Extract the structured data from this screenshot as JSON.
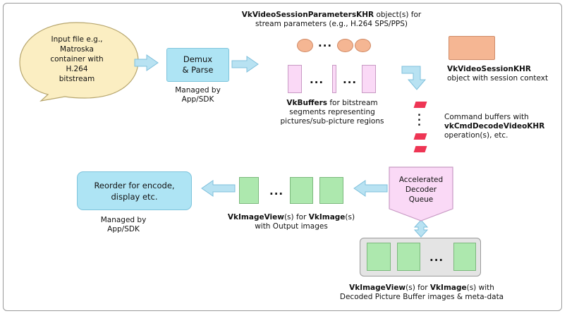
{
  "input_file": {
    "lines": [
      "Input file e.g.,",
      "Matroska",
      "container with",
      "H.264",
      "bitstream"
    ]
  },
  "demux": {
    "lines": [
      "Demux",
      "& Parse"
    ],
    "caption_lines": [
      "Managed by",
      "App/SDK"
    ]
  },
  "session_params": {
    "title_bold": "VkVideoSessionParametersKHR",
    "title_rest": " object(s) for",
    "line2": "stream parameters (e.g., H.264 SPS/PPS)",
    "ellipsis": "..."
  },
  "buffers": {
    "ellipsis": "...",
    "caption_bold": "VkBuffers",
    "caption_rest": " for bitstream",
    "caption_line2": "segments representing",
    "caption_line3": "pictures/sub-picture regions"
  },
  "session": {
    "bold": "VkVideoSessionKHR",
    "line2": "object with session context"
  },
  "cmd_buffers": {
    "ellipsis": "...",
    "line1": "Command buffers with",
    "line2_bold": "vkCmdDecodeVideoKHR",
    "line3": "operation(s), etc."
  },
  "decoder_queue": {
    "lines": [
      "Accelerated",
      "Decoder",
      "Queue"
    ]
  },
  "output_images": {
    "ellipsis": "...",
    "bold1": "VkImageView",
    "rest1": "(s) for ",
    "bold2": "VkImage",
    "rest2": "(s)",
    "line2": "with Output images"
  },
  "reorder": {
    "lines": [
      "Reorder for encode,",
      "display etc."
    ],
    "caption_lines": [
      "Managed by",
      "App/SDK"
    ]
  },
  "dpb": {
    "ellipsis": "...",
    "bold1": "VkImageView",
    "rest1": "(s) for ",
    "bold2": "VkImage",
    "rest2": "(s) with",
    "line2": "Decoded Picture Buffer images & meta-data"
  },
  "colors": {
    "arrow_fill": "#b8e2f2",
    "arrow_stroke": "#7fc0dc",
    "cream": "#fbeec2",
    "light_blue": "#aee4f4",
    "green": "#ade8ae",
    "pink": "#fad9f6",
    "red": "#ee3554",
    "orange": "#f5b693"
  }
}
